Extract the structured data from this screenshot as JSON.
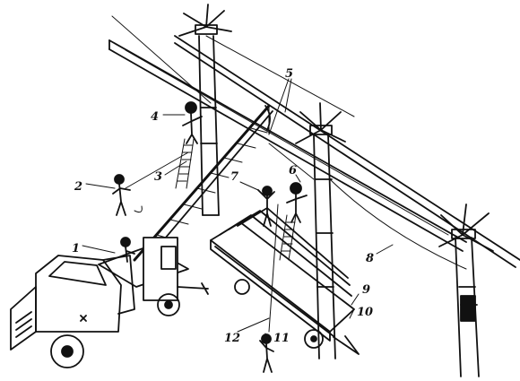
{
  "callouts": [
    {
      "id": "c1",
      "text": "1"
    },
    {
      "id": "c2",
      "text": "2"
    },
    {
      "id": "c3",
      "text": "3"
    },
    {
      "id": "c4",
      "text": "4"
    },
    {
      "id": "c5",
      "text": "5"
    },
    {
      "id": "c6",
      "text": "6"
    },
    {
      "id": "c7",
      "text": "7"
    },
    {
      "id": "c8",
      "text": "8"
    },
    {
      "id": "c9",
      "text": "9"
    },
    {
      "id": "c10",
      "text": "10"
    },
    {
      "id": "c11",
      "text": "11"
    },
    {
      "id": "c12",
      "text": "12"
    }
  ],
  "colors": {
    "ink": "#111111",
    "background": "#ffffff"
  }
}
